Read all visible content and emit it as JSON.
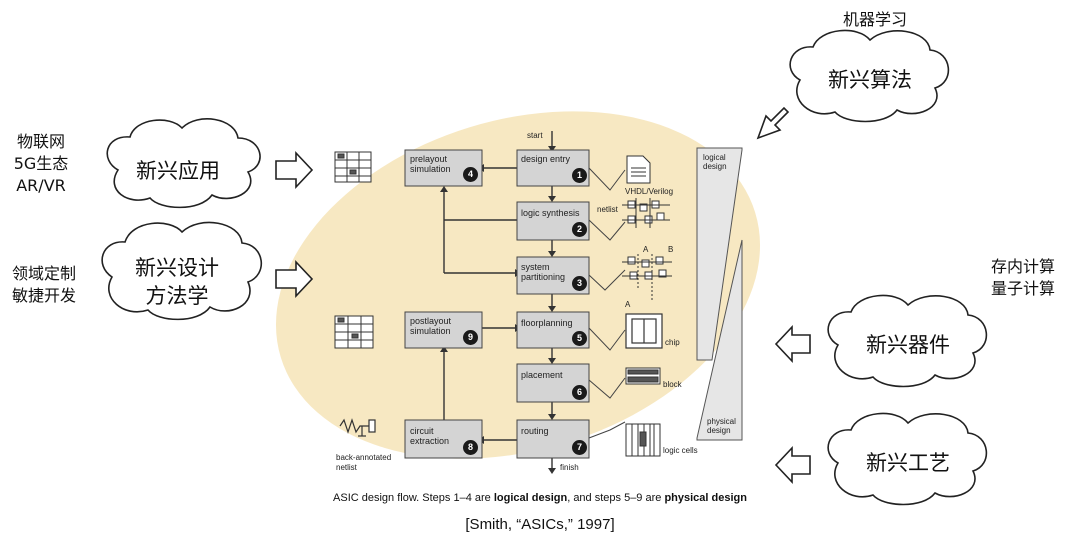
{
  "clouds": {
    "apps": "新兴应用",
    "methods_line1": "新兴设计",
    "methods_line2": "方法学",
    "algos": "新兴算法",
    "devices": "新兴器件",
    "process": "新兴工艺"
  },
  "side_labels": {
    "iot_line1": "物联网",
    "iot_line2": "5G生态",
    "iot_line3": "AR/VR",
    "domain_line1": "领域定制",
    "domain_line2": "敏捷开发",
    "ml": "机器学习",
    "computing_line1": "存内计算",
    "computing_line2": "量子计算"
  },
  "flow": {
    "start": "start",
    "finish": "finish",
    "steps": [
      {
        "num": "1",
        "label_line1": "design entry",
        "label_line2": ""
      },
      {
        "num": "2",
        "label_line1": "logic synthesis",
        "label_line2": ""
      },
      {
        "num": "3",
        "label_line1": "system",
        "label_line2": "partitioning"
      },
      {
        "num": "4",
        "label_line1": "prelayout",
        "label_line2": "simulation"
      },
      {
        "num": "5",
        "label_line1": "floorplanning",
        "label_line2": ""
      },
      {
        "num": "6",
        "label_line1": "placement",
        "label_line2": ""
      },
      {
        "num": "7",
        "label_line1": "routing",
        "label_line2": ""
      },
      {
        "num": "8",
        "label_line1": "circuit",
        "label_line2": "extraction"
      },
      {
        "num": "9",
        "label_line1": "postlayout",
        "label_line2": "simulation"
      }
    ],
    "side_notes": {
      "vhdl": "VHDL/Verilog",
      "netlist": "netlist",
      "a1": "A",
      "b": "B",
      "a2": "A",
      "chip": "chip",
      "block": "block",
      "logic_cells": "logic cells",
      "back_annotated_1": "back-annotated",
      "back_annotated_2": "netlist"
    },
    "bar_labels": {
      "logical_1": "logical",
      "logical_2": "design",
      "physical_1": "physical",
      "physical_2": "design"
    }
  },
  "caption": {
    "prefix": "ASIC design flow. Steps 1–4 are ",
    "bold1": "logical design",
    "middle": ", and steps 5–9 are ",
    "bold2": "physical design",
    "citation": "[Smith, “ASICs,” 1997]"
  }
}
